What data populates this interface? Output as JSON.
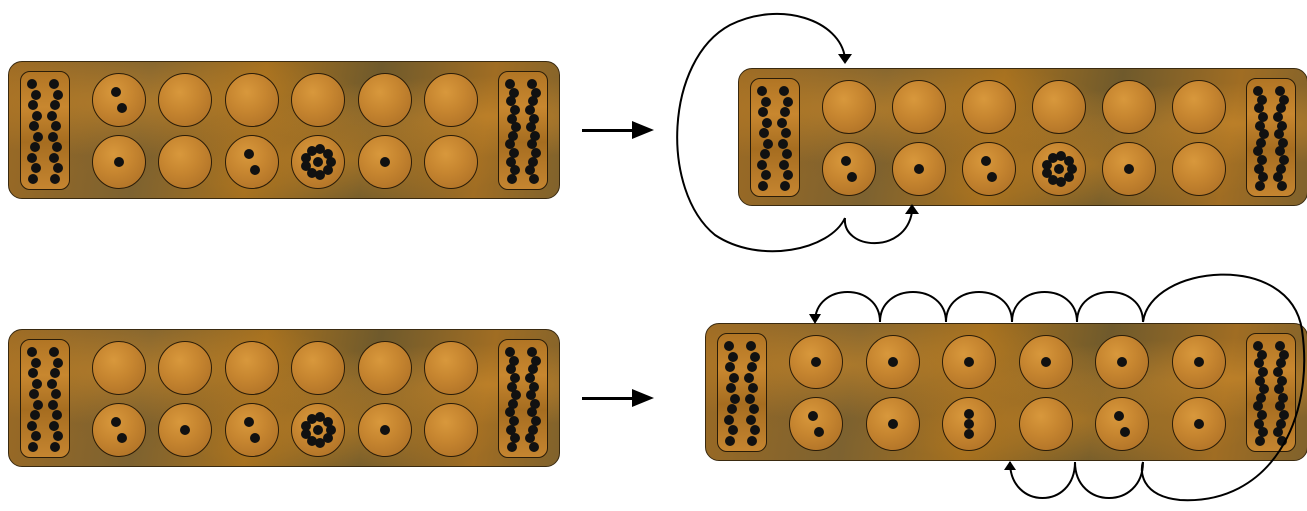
{
  "colors": {
    "board_wood": "#9b6a24",
    "pit_fill": "#c78630",
    "seed": "#111111",
    "arrow": "#000000"
  },
  "icons": [
    "sowing-arrow-icon",
    "seed-icon"
  ],
  "boards": [
    {
      "id": "board-1-before",
      "left_store_seeds": 20,
      "right_store_seeds": 24,
      "top_row_seeds": [
        2,
        0,
        0,
        0,
        0,
        0
      ],
      "bottom_row_seeds": [
        1,
        0,
        2,
        10,
        1,
        0
      ]
    },
    {
      "id": "board-1-after",
      "left_store_seeds": 20,
      "right_store_seeds": 24,
      "top_row_seeds": [
        0,
        0,
        0,
        0,
        0,
        0
      ],
      "bottom_row_seeds": [
        2,
        1,
        2,
        10,
        1,
        0
      ]
    },
    {
      "id": "board-2-before",
      "left_store_seeds": 20,
      "right_store_seeds": 24,
      "top_row_seeds": [
        0,
        0,
        0,
        0,
        0,
        0
      ],
      "bottom_row_seeds": [
        2,
        1,
        2,
        10,
        1,
        0
      ]
    },
    {
      "id": "board-2-after",
      "left_store_seeds": 20,
      "right_store_seeds": 24,
      "top_row_seeds": [
        1,
        1,
        1,
        1,
        1,
        1
      ],
      "bottom_row_seeds": [
        2,
        1,
        3,
        0,
        2,
        1
      ]
    }
  ]
}
